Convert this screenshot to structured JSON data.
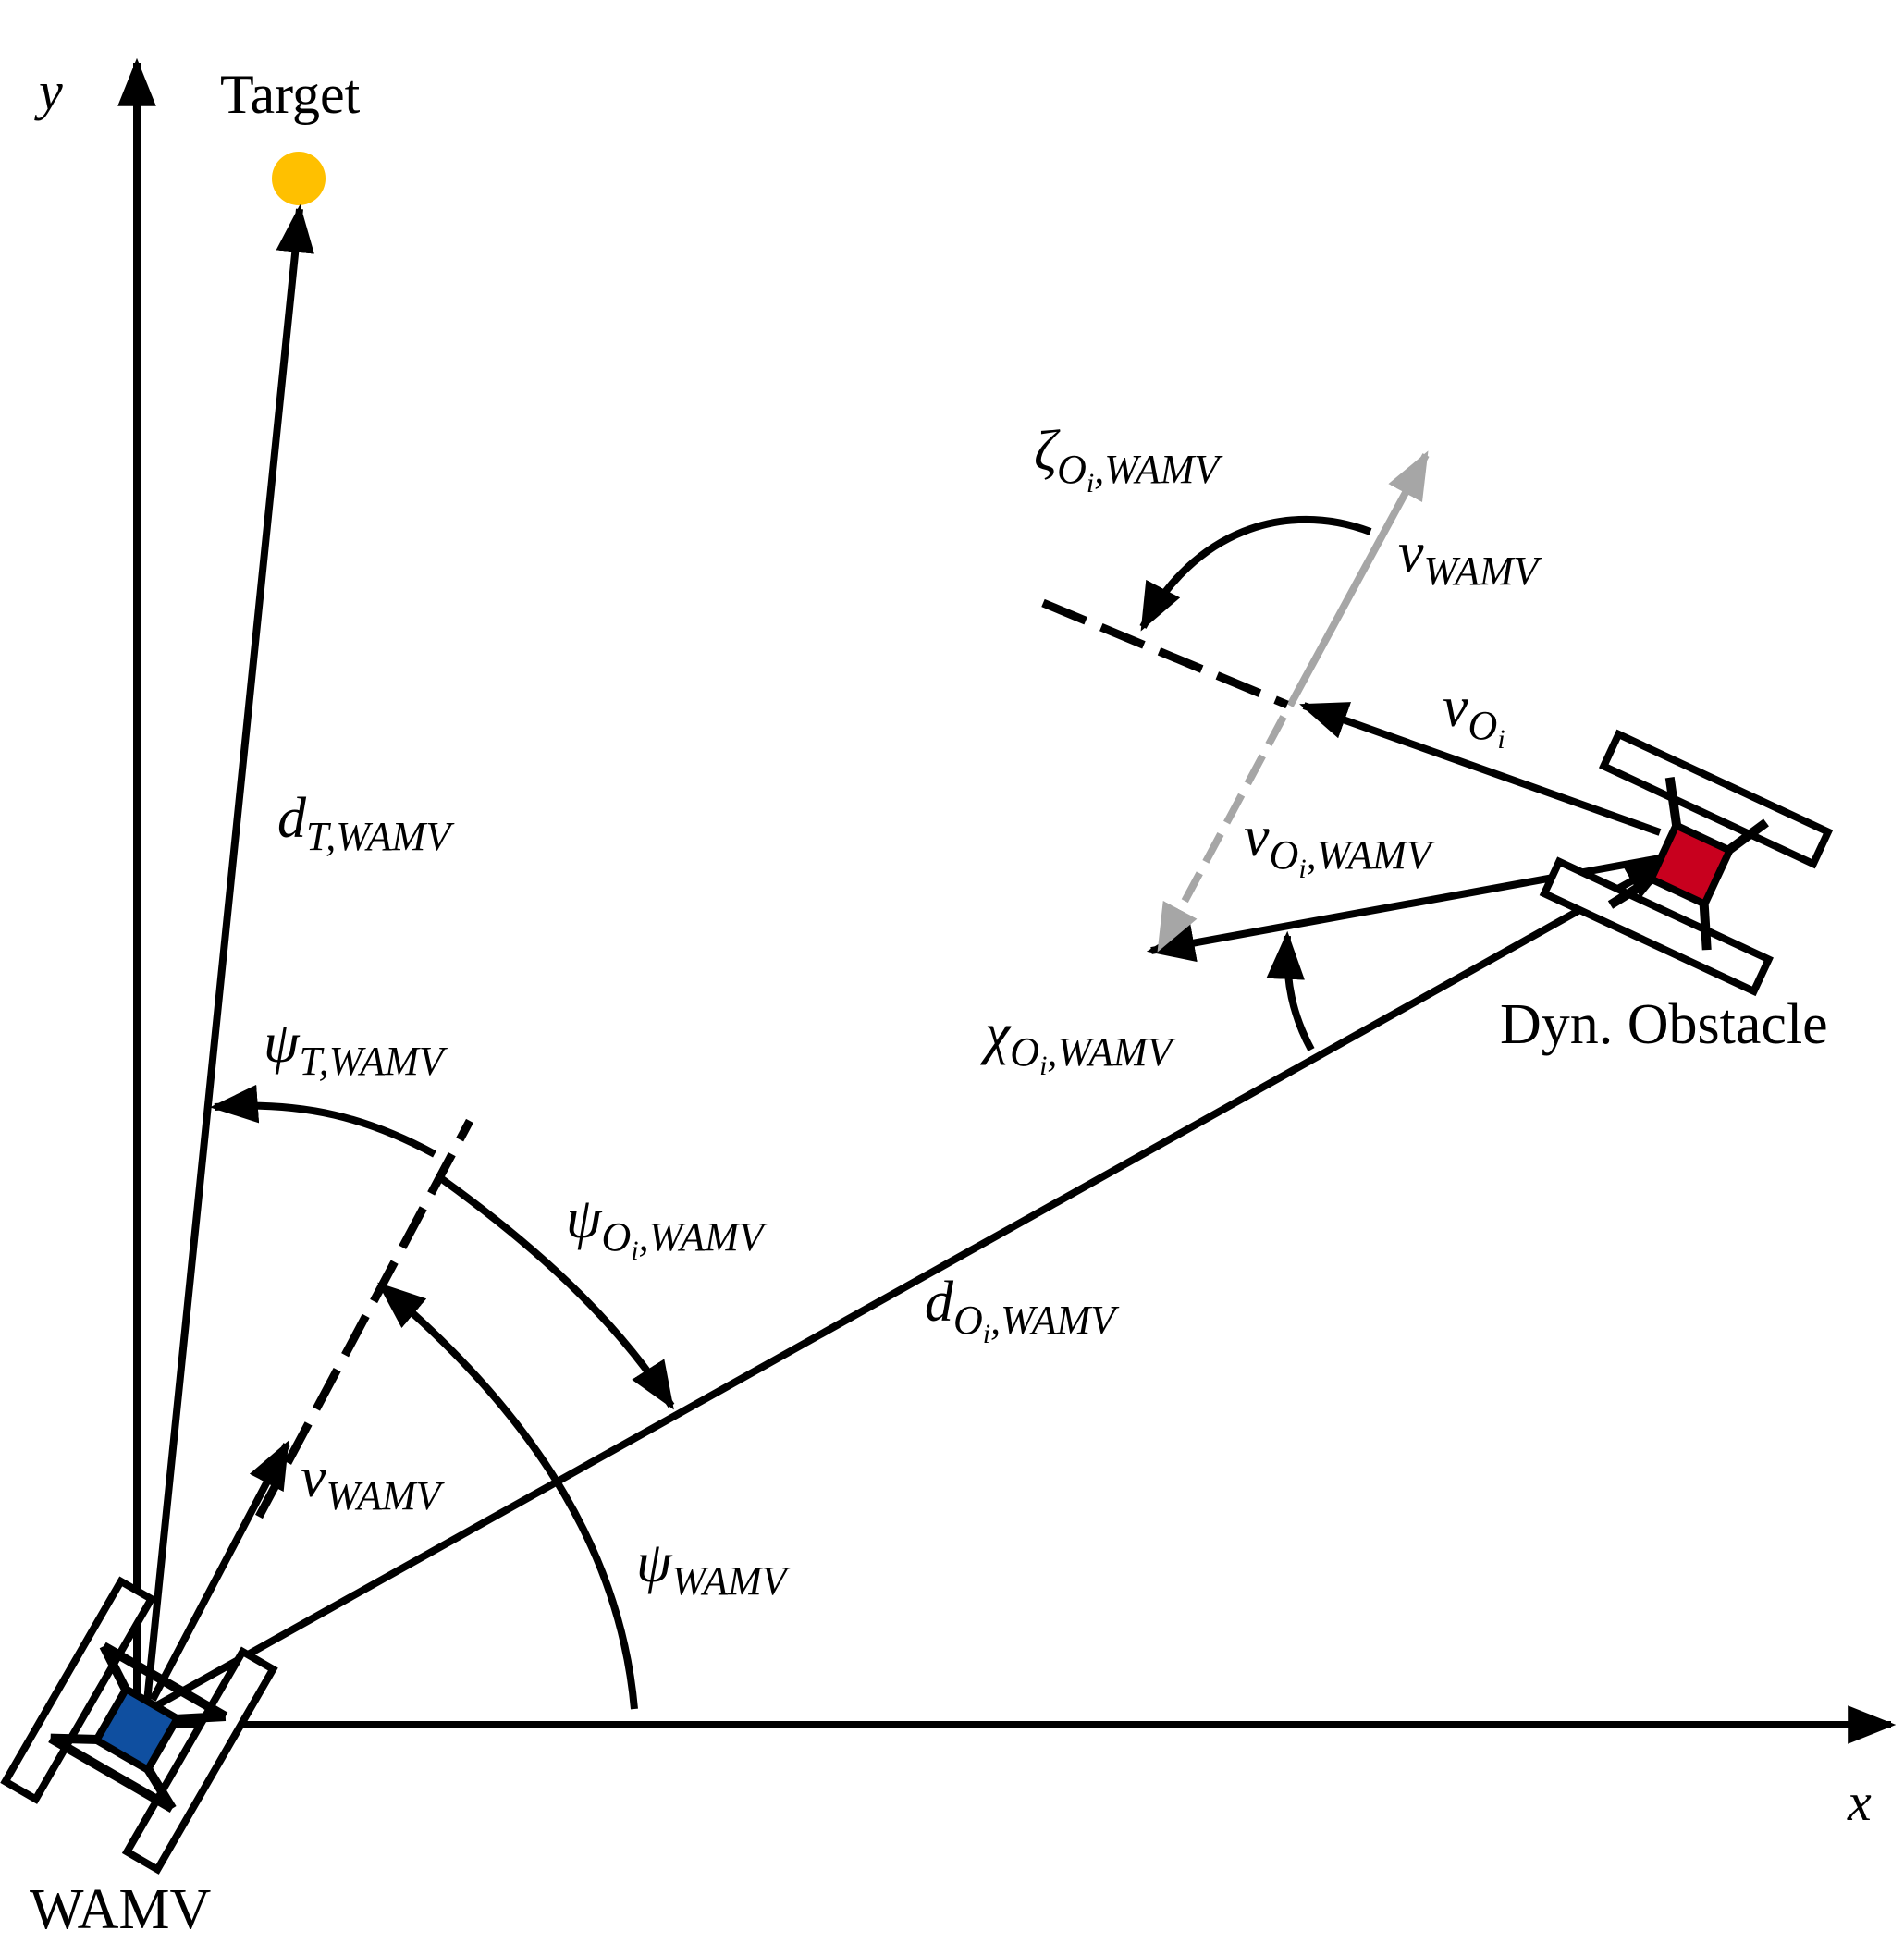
{
  "axes": {
    "x_label": "x",
    "y_label": "y"
  },
  "labels": {
    "target": "Target",
    "wamv": "WAMV",
    "dyn_obstacle": "Dyn. Obstacle",
    "d_t_wamv": {
      "main": "d",
      "sub": "T,WAMV"
    },
    "psi_t_wamv": {
      "main": "ψ",
      "sub": "T,WAMV"
    },
    "psi_oi_wamv": {
      "main": "ψ",
      "sub": "O",
      "subsub": "i",
      "sub2": ",WAMV"
    },
    "d_oi_wamv": {
      "main": "d",
      "sub": "O",
      "subsub": "i",
      "sub2": ",WAMV"
    },
    "v_wamv_own": {
      "main": "v",
      "sub": "WAMV"
    },
    "psi_wamv": {
      "main": "ψ",
      "sub": "WAMV"
    },
    "zeta_oi_wamv": {
      "main": "ζ",
      "sub": "O",
      "subsub": "i",
      "sub2": ",WAMV"
    },
    "v_wamv_rel": {
      "main": "v",
      "sub": "WAMV"
    },
    "v_oi": {
      "main": "v",
      "sub": "O",
      "subsub": "i"
    },
    "v_oi_wamv": {
      "main": "v",
      "sub": "O",
      "subsub": "i",
      "sub2": ",WAMV"
    },
    "chi_oi_wamv": {
      "main": "χ",
      "sub": "O",
      "subsub": "i",
      "sub2": ",WAMV"
    }
  },
  "colors": {
    "stroke": "#000000",
    "target_dot": "#ffc000",
    "wamv_body": "#0f4fa0",
    "obstacle_body": "#c8001e",
    "relative_velocity": "#a6a6a6"
  }
}
